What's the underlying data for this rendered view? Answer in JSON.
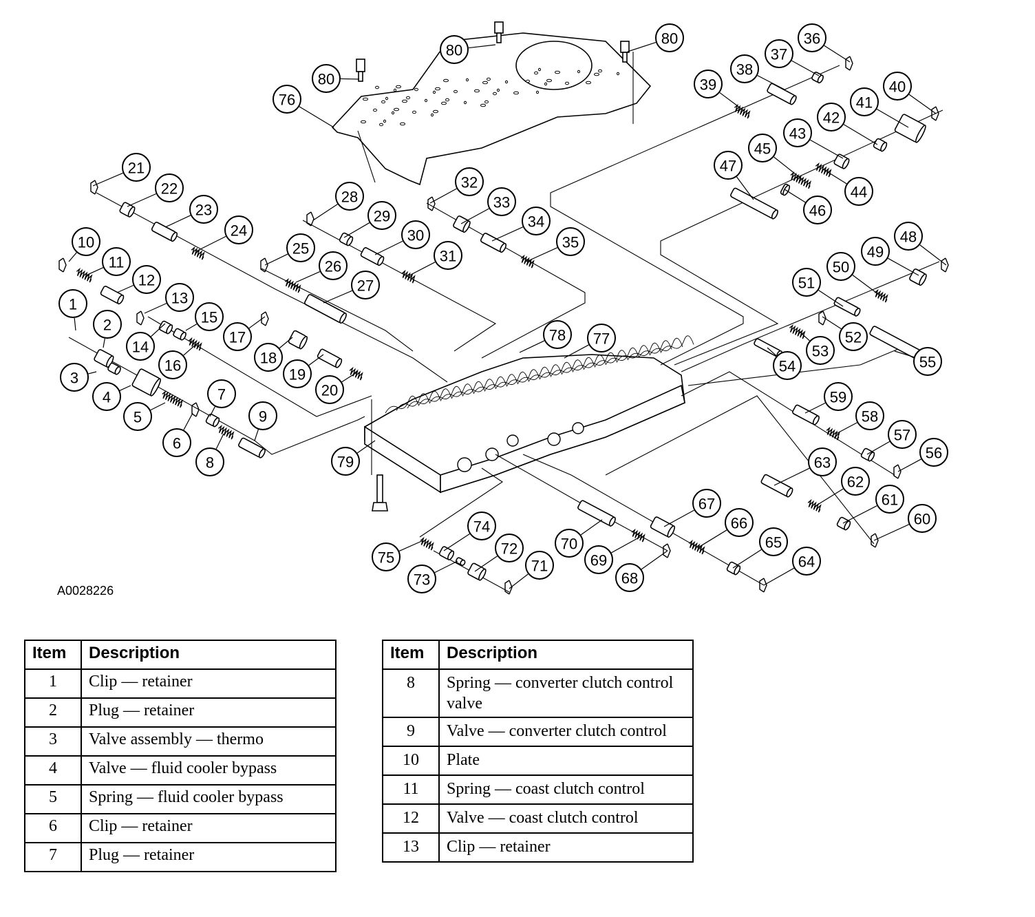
{
  "figure_id": "A0028226",
  "callouts": [
    "1",
    "2",
    "3",
    "4",
    "5",
    "6",
    "7",
    "8",
    "9",
    "10",
    "11",
    "12",
    "13",
    "14",
    "15",
    "16",
    "17",
    "18",
    "19",
    "20",
    "21",
    "22",
    "23",
    "24",
    "25",
    "26",
    "27",
    "28",
    "29",
    "30",
    "31",
    "32",
    "33",
    "34",
    "35",
    "36",
    "37",
    "38",
    "39",
    "40",
    "41",
    "42",
    "43",
    "44",
    "45",
    "46",
    "47",
    "48",
    "49",
    "50",
    "51",
    "52",
    "53",
    "54",
    "55",
    "56",
    "57",
    "58",
    "59",
    "60",
    "61",
    "62",
    "63",
    "64",
    "65",
    "66",
    "67",
    "68",
    "69",
    "70",
    "71",
    "72",
    "73",
    "74",
    "75",
    "76",
    "77",
    "78",
    "79",
    "80",
    "80",
    "80"
  ],
  "tables": [
    {
      "header_item": "Item",
      "header_description": "Description",
      "rows": [
        {
          "item": "1",
          "description": "Clip — retainer"
        },
        {
          "item": "2",
          "description": "Plug — retainer"
        },
        {
          "item": "3",
          "description": "Valve assembly — thermo"
        },
        {
          "item": "4",
          "description": "Valve — fluid cooler bypass"
        },
        {
          "item": "5",
          "description": "Spring — fluid cooler bypass"
        },
        {
          "item": "6",
          "description": "Clip — retainer"
        },
        {
          "item": "7",
          "description": "Plug — retainer"
        }
      ]
    },
    {
      "header_item": "Item",
      "header_description": "Description",
      "rows": [
        {
          "item": "8",
          "description": "Spring — converter clutch control valve"
        },
        {
          "item": "9",
          "description": "Valve — converter clutch control"
        },
        {
          "item": "10",
          "description": "Plate"
        },
        {
          "item": "11",
          "description": "Spring — coast clutch control"
        },
        {
          "item": "12",
          "description": "Valve — coast clutch control"
        },
        {
          "item": "13",
          "description": "Clip — retainer"
        }
      ]
    }
  ]
}
